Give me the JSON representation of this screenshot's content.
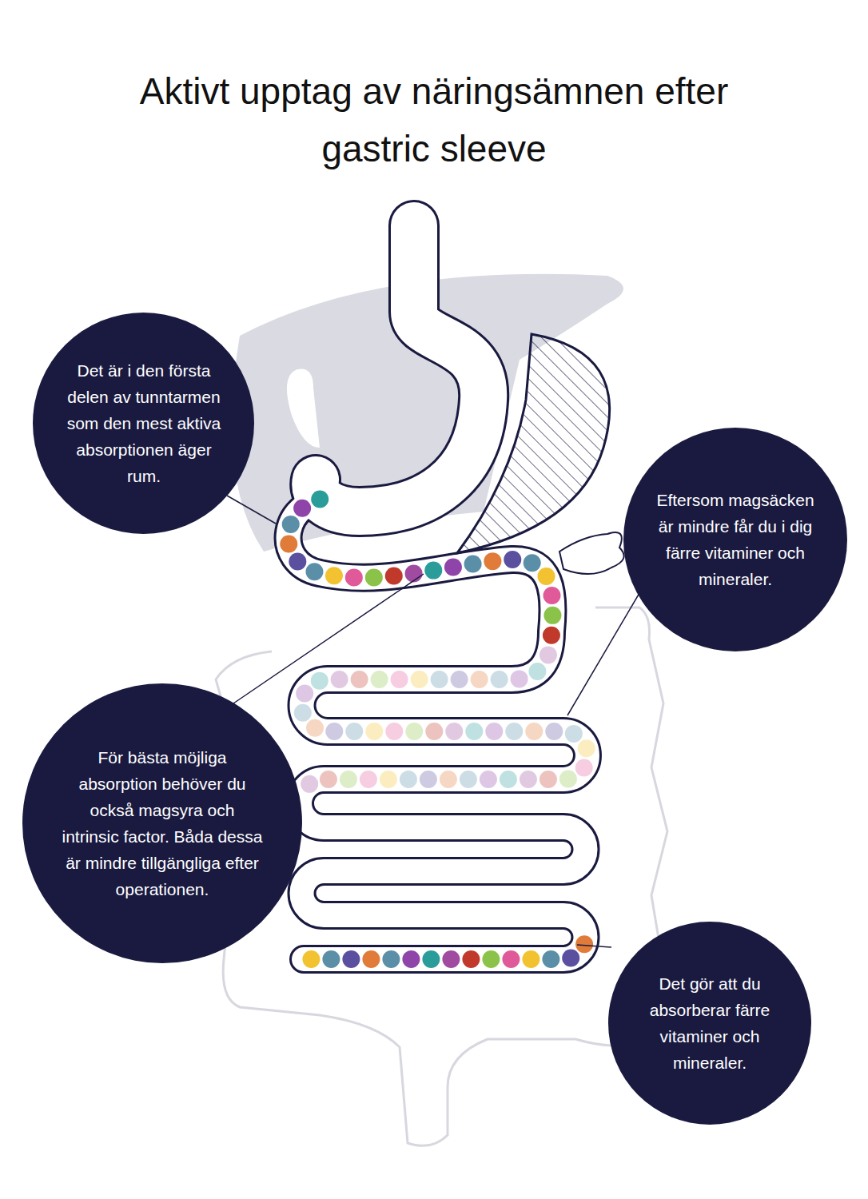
{
  "diagram": {
    "title": "Aktivt upptag av näringsämnen efter gastric sleeve",
    "nodes": [
      {
        "text": [
          "Det är i den första delen av tunntarmen som den mest aktiva absorptionen äger rum."
        ]
      },
      {
        "text": [
          "Eftersom magsäcken är mindre får du i dig färre vitaminer och mineraler."
        ]
      },
      {
        "text": [
          "För bästa möjliga absorption behöver du också magsyra och intrinsic factor. Båda dessa är mindre tillgängliga efter operationen."
        ]
      },
      {
        "text": [
          "Det gör att du absorberar färre vitaminer och mineraler."
        ]
      }
    ]
  }
}
